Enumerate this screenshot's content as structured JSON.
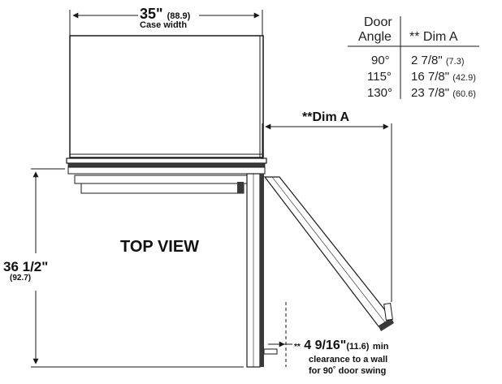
{
  "case_width": {
    "value": "35\"",
    "metric": "(88.9)",
    "label": "Case width"
  },
  "view_label": "TOP VIEW",
  "depth": {
    "value": "36 1/2\"",
    "metric": "(92.7)"
  },
  "dim_a_label": "**Dim A",
  "clearance": {
    "prefix": "**",
    "value": "4 9/16\"",
    "metric": "(11.6)",
    "suffix": "min",
    "line2": "clearance to a wall",
    "line3": "for 90˚ door swing"
  },
  "door_table": {
    "header_col1_line1": "Door",
    "header_col1_line2": "Angle",
    "header_col2": "** Dim A",
    "rows": [
      {
        "angle": "90°",
        "dim": "2 7/8\"",
        "metric": "(7.3)"
      },
      {
        "angle": "115°",
        "dim": "16 7/8\"",
        "metric": "(42.9)"
      },
      {
        "angle": "130°",
        "dim": "23 7/8\"",
        "metric": "(60.6)"
      }
    ]
  },
  "colors": {
    "line": "#1a1a1a",
    "fill_dark": "#3a3a3a",
    "fill_light": "#c8c8c8",
    "background": "#ffffff"
  }
}
